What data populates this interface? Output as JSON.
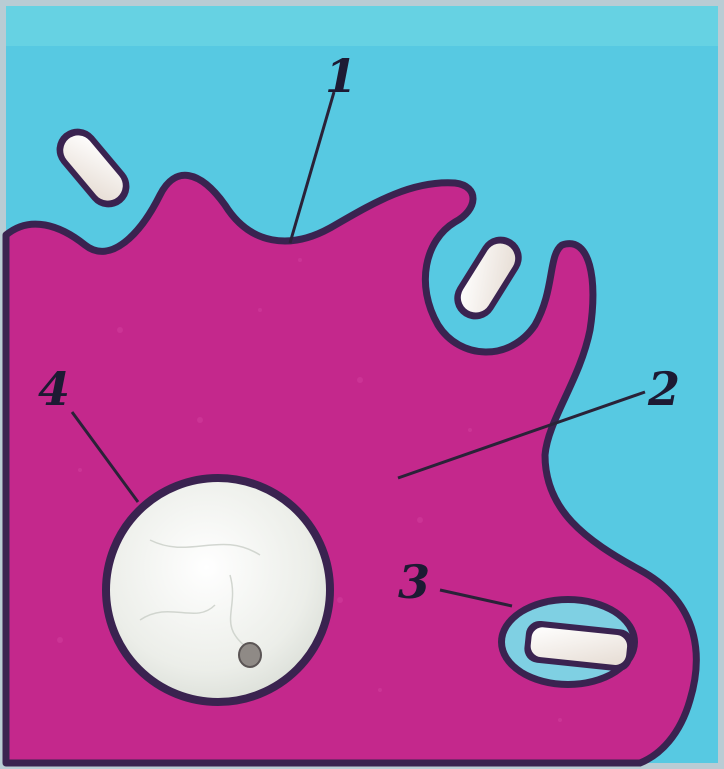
{
  "diagram": {
    "colors": {
      "medium": "#57c9e2",
      "medium_top": "#6cd6e4",
      "border_strip": "#b9ccd4",
      "cytoplasm": "#c4288c",
      "membrane": "#3a2350",
      "vacuole_halo": "#7fd0e3",
      "bacterium": "#f3ece6",
      "nucleus": "#eef0ec",
      "leader": "#2a2238"
    },
    "labels": [
      {
        "id": "membrane",
        "text": "1"
      },
      {
        "id": "cytoplasm",
        "text": "2"
      },
      {
        "id": "phagosome",
        "text": "3"
      },
      {
        "id": "nucleus",
        "text": "4"
      }
    ]
  }
}
